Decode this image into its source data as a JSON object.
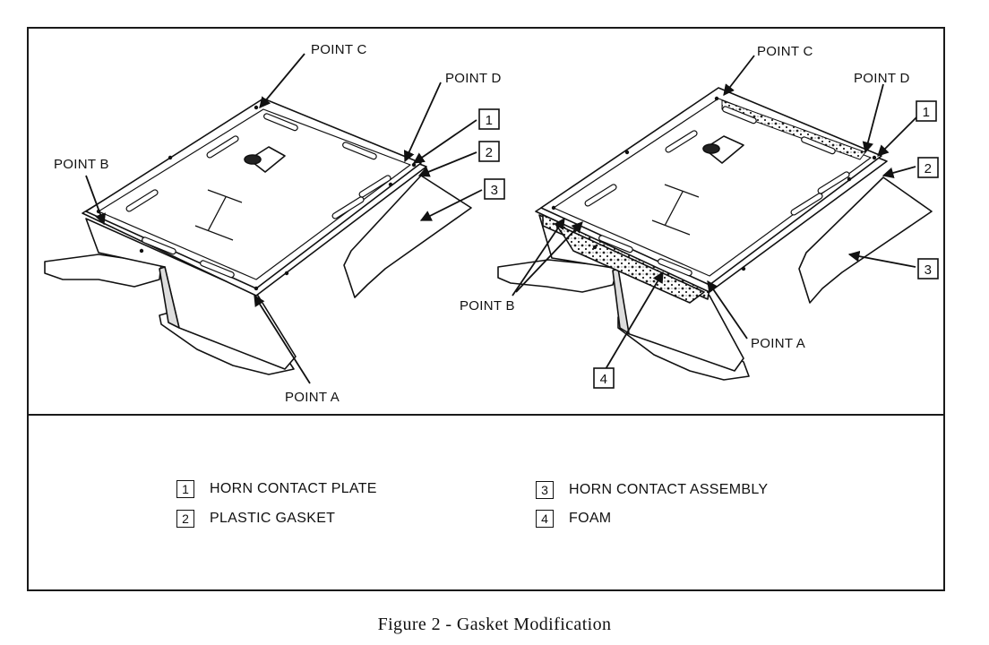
{
  "figure": {
    "caption": "Figure 2 - Gasket Modification"
  },
  "diagram": {
    "left_view": {
      "point_a": "POINT A",
      "point_b": "POINT B",
      "point_c": "POINT C",
      "point_d": "POINT D",
      "callout_1": "1",
      "callout_2": "2",
      "callout_3": "3"
    },
    "right_view": {
      "point_a": "POINT A",
      "point_b": "POINT B",
      "point_c": "POINT C",
      "point_d": "POINT D",
      "callout_1": "1",
      "callout_2": "2",
      "callout_3": "3",
      "callout_4": "4"
    }
  },
  "legend": {
    "items": [
      {
        "number": "1",
        "label": "HORN CONTACT PLATE"
      },
      {
        "number": "2",
        "label": "PLASTIC GASKET"
      },
      {
        "number": "3",
        "label": "HORN CONTACT ASSEMBLY"
      },
      {
        "number": "4",
        "label": "FOAM"
      }
    ]
  }
}
